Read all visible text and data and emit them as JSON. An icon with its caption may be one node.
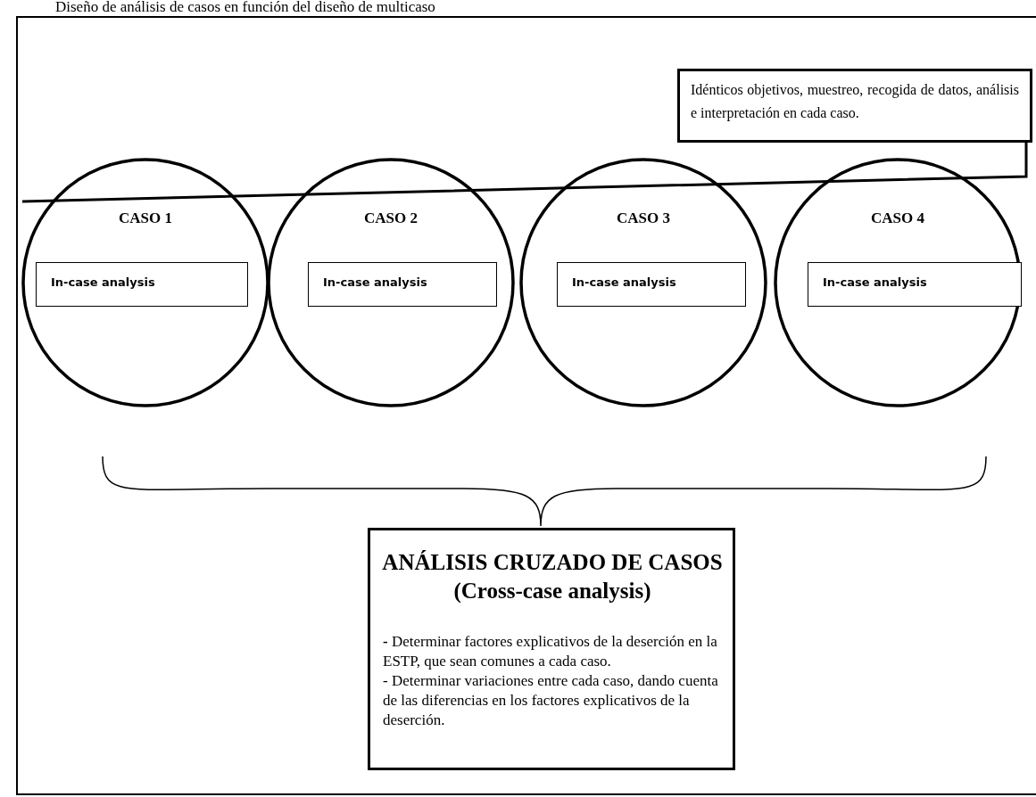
{
  "diagram": {
    "title": "Diseño de análisis de casos en función del diseño de multicaso",
    "nodes": [
      {
        "text": [],
        "shape": "box"
      },
      {
        "text": [
          "Idénticos objetivos, muestreo, recogida de datos, análisis e interpretación en cada caso."
        ],
        "in": 0
      },
      {
        "text": [
          "CASO 1"
        ],
        "in": 0
      },
      {
        "text": [
          "In-case analysis"
        ],
        "in": 2
      },
      {
        "text": [
          "CASO 2"
        ],
        "in": 0
      },
      {
        "text": [
          "In-case analysis"
        ],
        "in": 4
      },
      {
        "text": [
          "CASO 3"
        ],
        "in": 0
      },
      {
        "text": [
          "In-case analysis"
        ],
        "in": 6
      },
      {
        "text": [
          "CASO 4"
        ],
        "in": 0
      },
      {
        "text": [
          "In-case analysis"
        ],
        "in": 8
      },
      {
        "text": [
          "ANÁLISIS CRUZADO DE CASOS (Cross-case analysis)",
          "**-** Determinar factores explicativos de la deserción en la ESTP, que sean comunes a cada caso.",
          "- Determinar variaciones entre cada caso, dando cuenta de las diferencias en los factores explicativos de la deserción."
        ],
        "in": 0
      }
    ],
    "edges": []
  }
}
